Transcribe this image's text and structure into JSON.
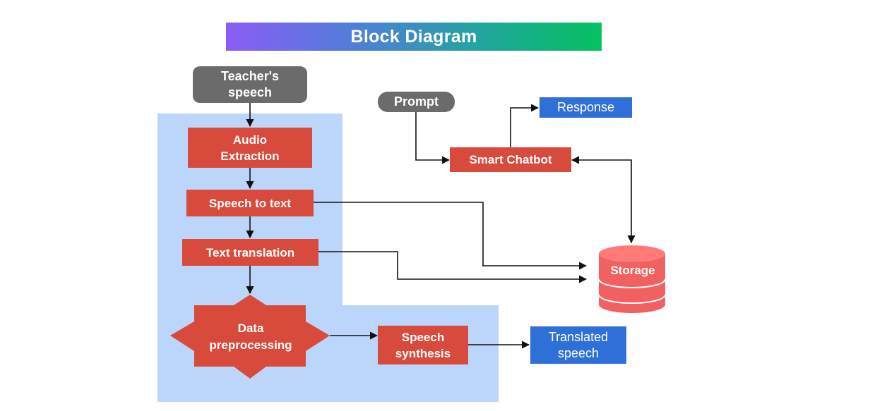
{
  "title": "Block Diagram",
  "nodes": {
    "teacher_speech": "Teacher's\nspeech",
    "audio_extraction": "Audio\nExtraction",
    "speech_to_text": "Speech to text",
    "text_translation": "Text translation",
    "data_preprocessing": "Data\npreprocessing",
    "speech_synthesis": "Speech\nsynthesis",
    "translated_speech": "Translated\nspeech",
    "prompt": "Prompt",
    "smart_chatbot": "Smart Chatbot",
    "response": "Response",
    "storage": "Storage"
  },
  "colors": {
    "process": "#d84a3b",
    "input": "#6b6b6b",
    "output": "#2f6fd8",
    "region": "#bcd6fb",
    "storage": "#f26060",
    "storage_top": "#ff7b78"
  }
}
